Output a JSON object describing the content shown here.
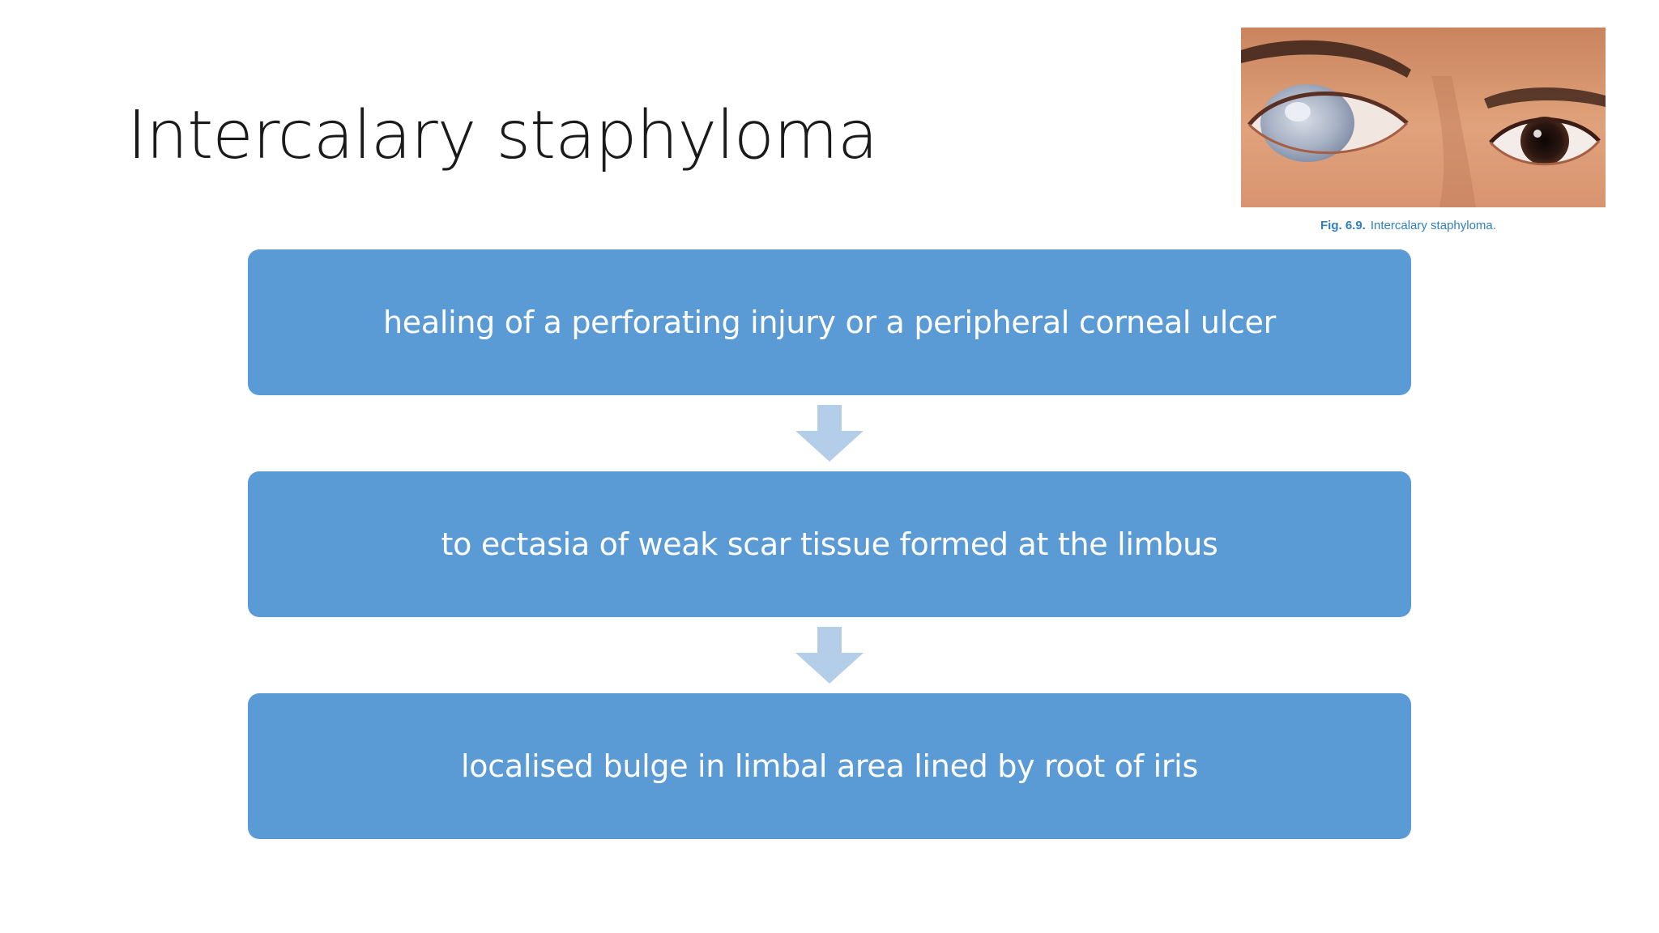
{
  "slide": {
    "title": "Intercalary staphyloma"
  },
  "figure": {
    "image": "eye-with-intercalary-staphyloma-photo",
    "caption_number": "Fig. 6.9.",
    "caption_text": "Intercalary staphyloma."
  },
  "flow": {
    "steps": [
      "healing of a perforating injury or a peripheral corneal ulcer",
      "to ectasia of weak scar tissue formed at the limbus",
      "localised bulge in limbal area lined by root of iris"
    ],
    "box_color": "#5b9bd5",
    "arrow_color": "#b4cde8",
    "text_color": "#ffffff"
  }
}
